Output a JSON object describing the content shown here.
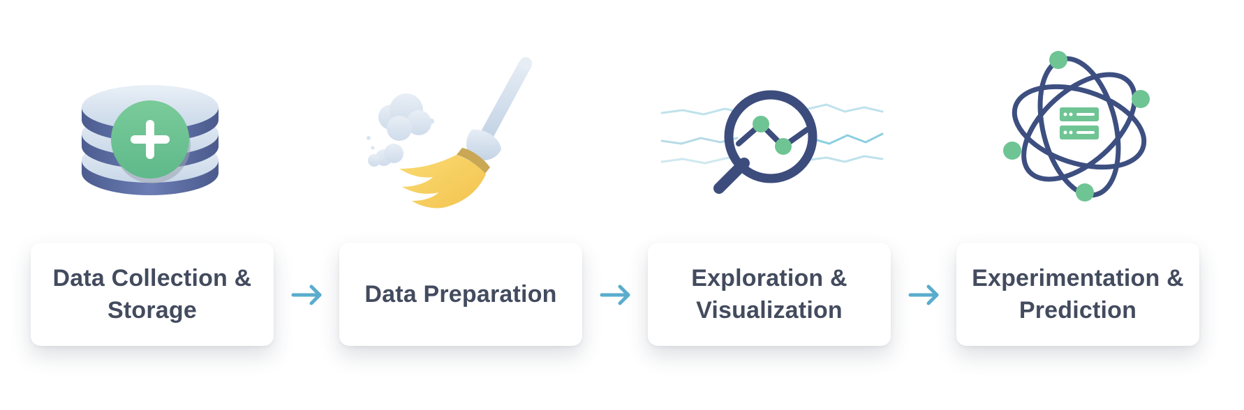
{
  "steps": [
    {
      "icon": "database-add-icon",
      "label_line1": "Data Collection &",
      "label_line2": "Storage"
    },
    {
      "icon": "broom-icon",
      "label_line1": "Data Preparation",
      "label_line2": ""
    },
    {
      "icon": "magnifier-chart-icon",
      "label_line1": "Exploration &",
      "label_line2": "Visualization"
    },
    {
      "icon": "atom-server-icon",
      "label_line1": "Experimentation &",
      "label_line2": "Prediction"
    }
  ],
  "connectors": [
    {
      "icon": "arrow-right-icon"
    },
    {
      "icon": "arrow-right-icon"
    },
    {
      "icon": "arrow-right-icon"
    }
  ],
  "colors": {
    "text": "#434b5e",
    "arrow": "#5aaccc",
    "navy": "#3d4f80",
    "green": "#6fc494",
    "yellow": "#f6cf5f",
    "disc_light": "#dbe6f1"
  }
}
